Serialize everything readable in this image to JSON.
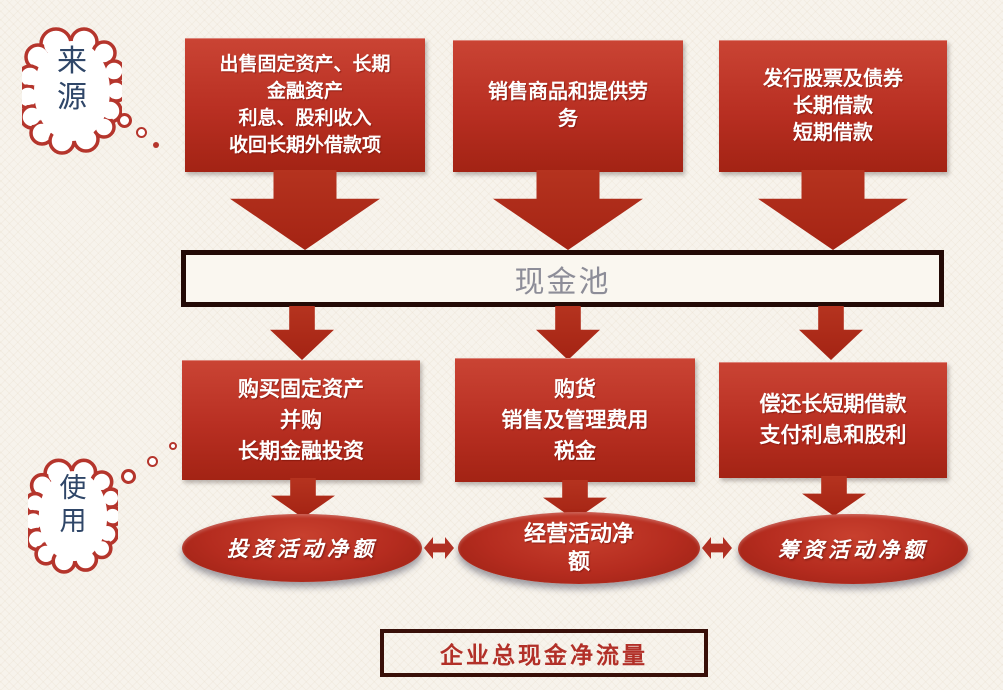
{
  "clouds": {
    "source": {
      "chars": [
        "来",
        "源"
      ]
    },
    "usage": {
      "chars": [
        "使",
        "用"
      ]
    }
  },
  "source_boxes": [
    {
      "lines": [
        "出售固定资产、长期",
        "金融资产",
        "利息、股利收入",
        "收回长期外借款项"
      ]
    },
    {
      "lines": [
        "销售商品和提供劳",
        "务"
      ]
    },
    {
      "lines": [
        "发行股票及债券",
        "长期借款",
        "短期借款"
      ]
    }
  ],
  "cash_pool": {
    "label": "现金池"
  },
  "use_boxes": [
    {
      "lines": [
        "购买固定资产",
        "并购",
        "长期金融投资"
      ]
    },
    {
      "lines": [
        "购货",
        "销售及管理费用",
        "税金"
      ]
    },
    {
      "lines": [
        "偿还长短期借款",
        "支付利息和股利"
      ]
    }
  ],
  "ellipses": [
    {
      "label": "投资活动净额"
    },
    {
      "lines": [
        "经营活动净",
        "额"
      ]
    },
    {
      "label": "筹资活动净额"
    }
  ],
  "total_box": {
    "label": "企业总现金净流量"
  },
  "colors": {
    "background": "#f7f3ec",
    "box_red_top": "#ca4434",
    "box_red_bottom": "#a32314",
    "arrow_red": "#ab2817",
    "pool_border": "#230a06",
    "pool_text": "#8d8d98",
    "cloud_stroke": "#b5352c",
    "cloud_text": "#2f4668",
    "total_border": "#380f08",
    "total_text": "#b23028"
  }
}
